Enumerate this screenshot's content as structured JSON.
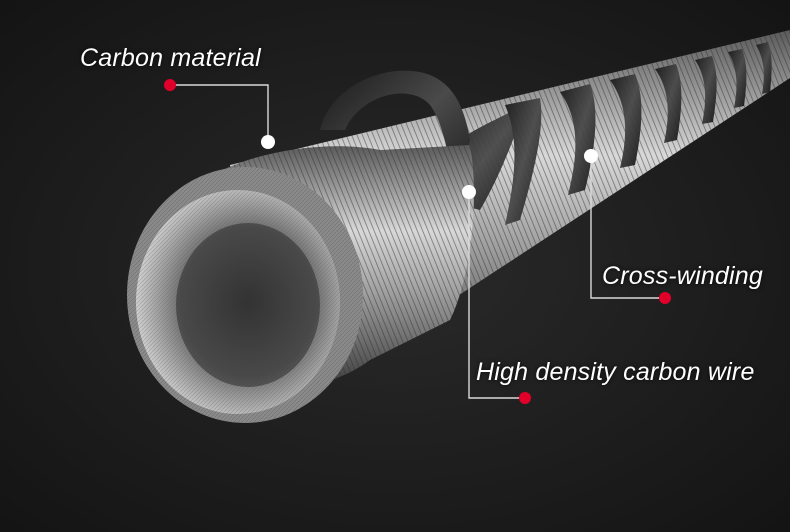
{
  "callouts": {
    "carbon_material": "Carbon material",
    "cross_winding": "Cross-winding",
    "high_density": "High density carbon wire"
  },
  "colors": {
    "background": "#1c1c1c",
    "marker_red": "#e0002a",
    "marker_white": "#ffffff",
    "leader_line": "#d9d9d9"
  }
}
